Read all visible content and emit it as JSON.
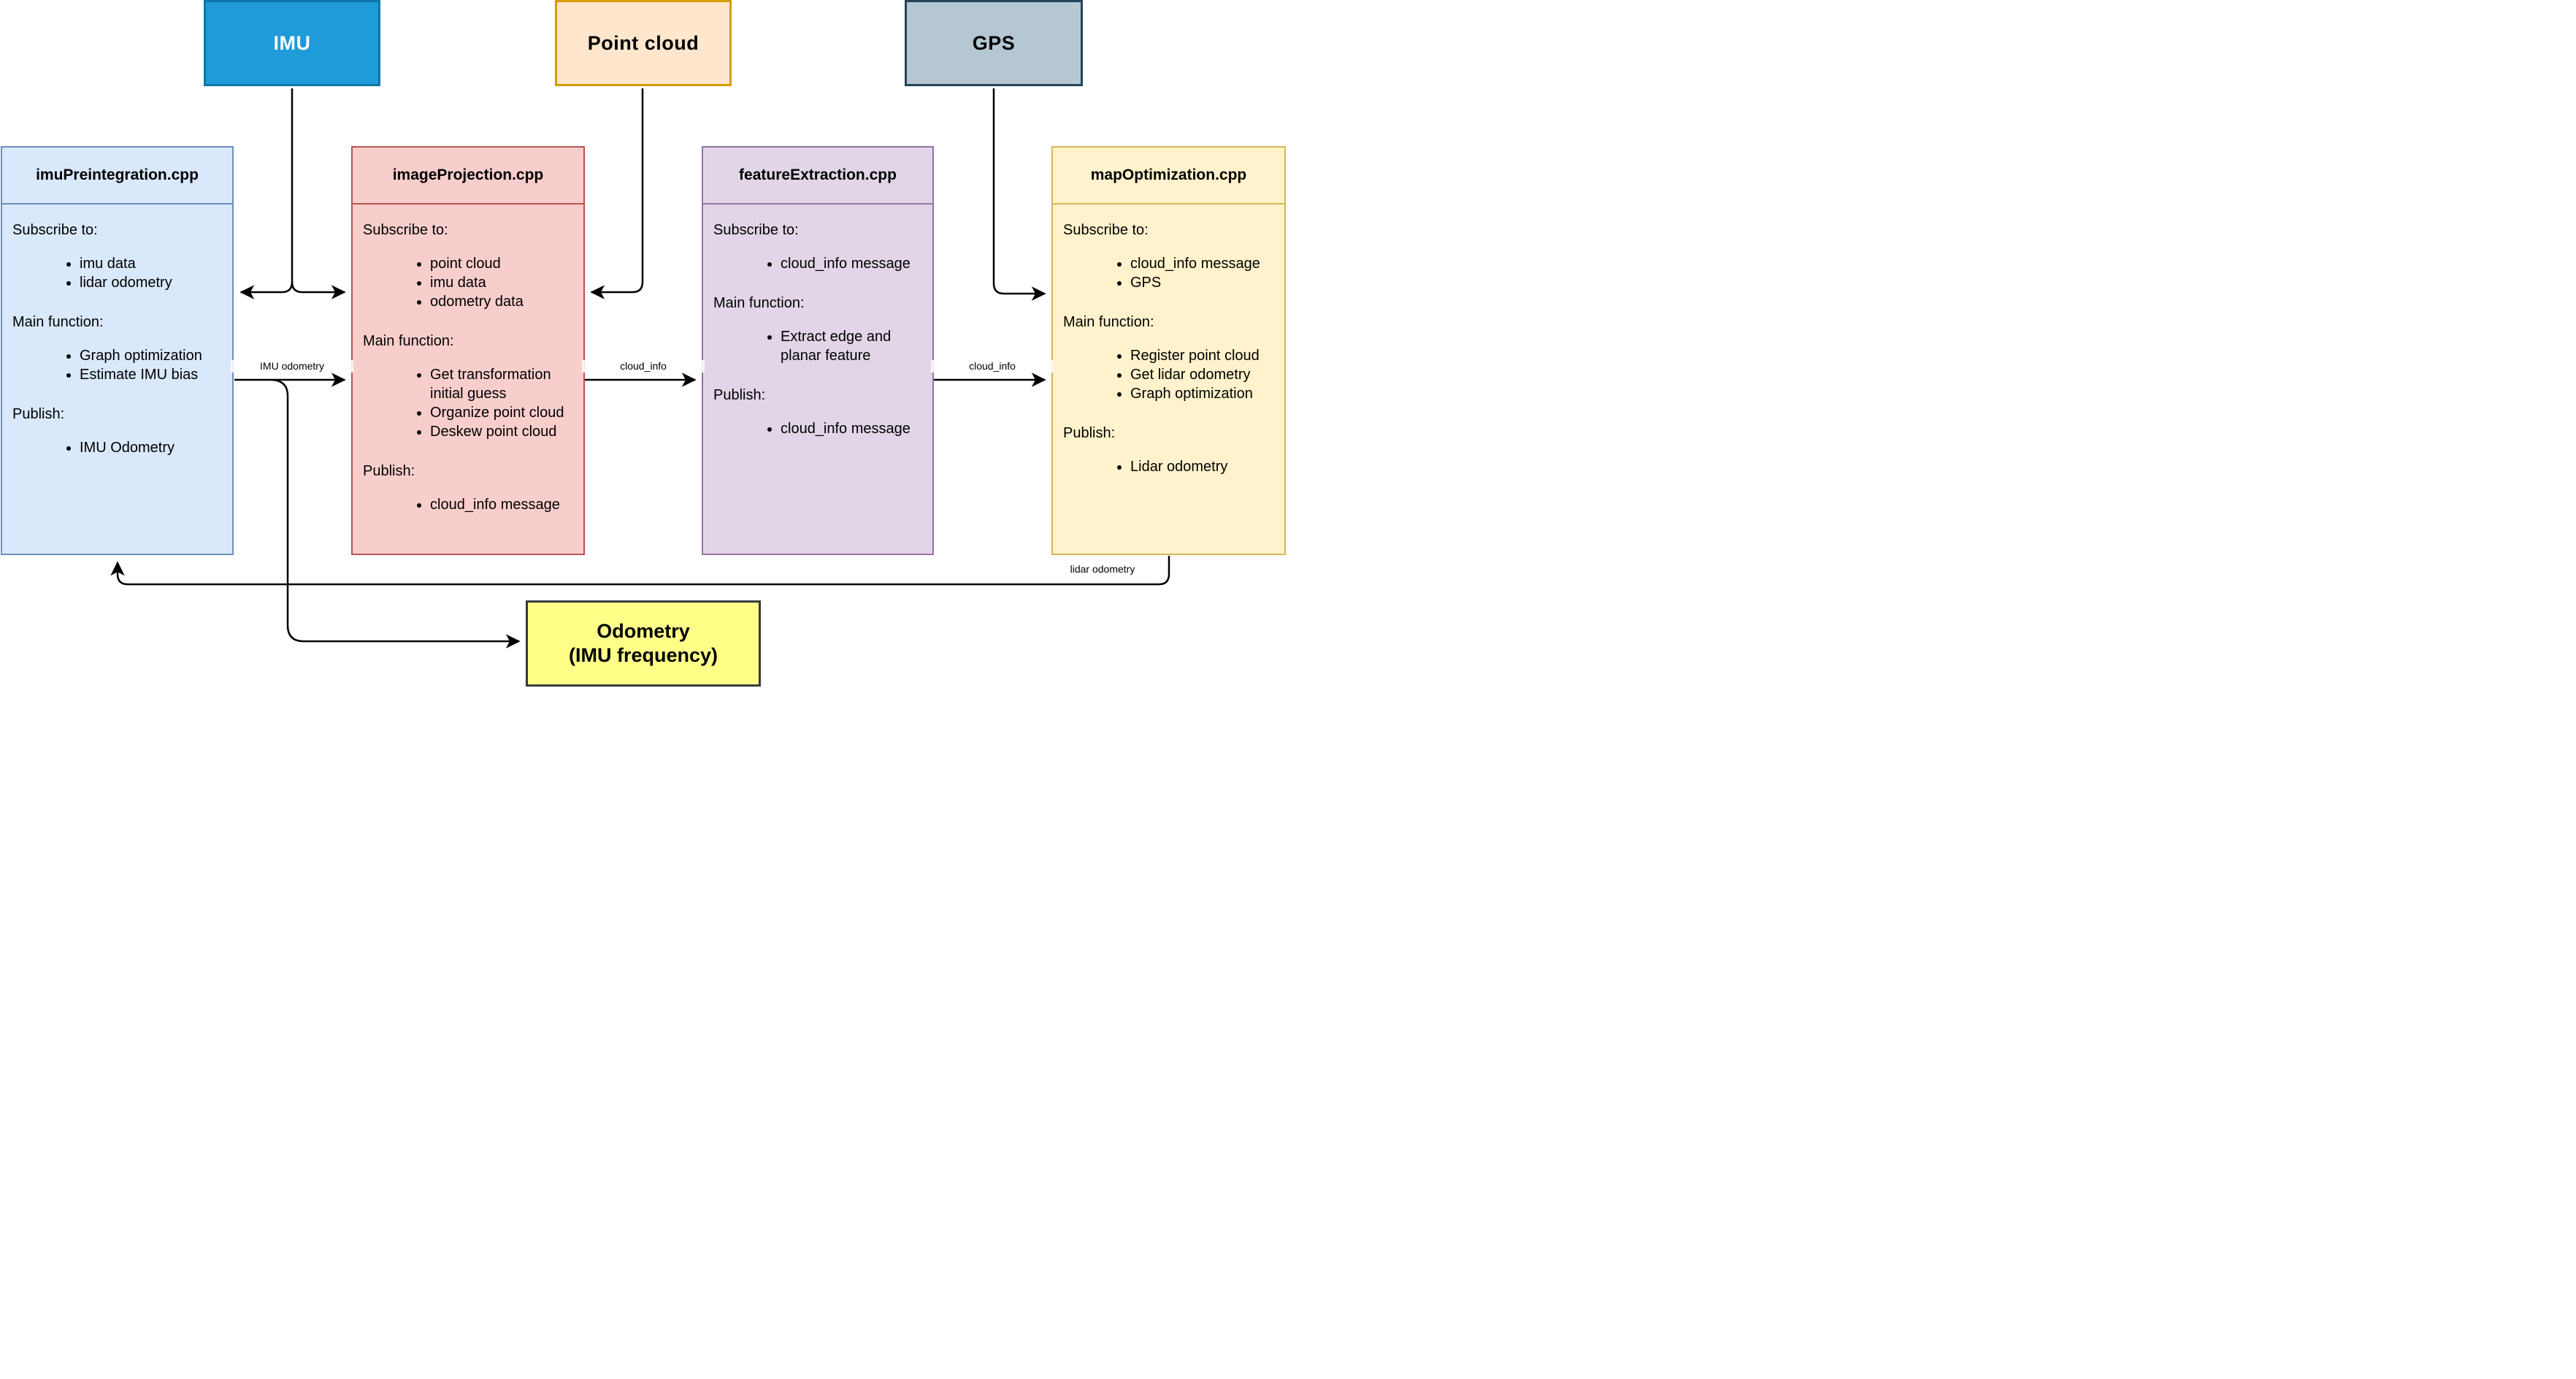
{
  "colors": {
    "canvas_bg": "#ffffff",
    "line": "#000000",
    "imu_fill": "#1e9bd8",
    "imu_stroke": "#0e76a8",
    "imu_text": "#ffffff",
    "pointcloud_fill": "#ffe6cc",
    "pointcloud_stroke": "#d79b00",
    "pointcloud_text": "#000000",
    "gps_fill": "#b4c7d2",
    "gps_stroke": "#23445d",
    "gps_text": "#000000",
    "module1_fill": "#dae8fc",
    "module1_stroke": "#6c8ebf",
    "module2_fill": "#f8cecc",
    "module2_stroke": "#b85450",
    "module3_fill": "#e1d5e7",
    "module3_stroke": "#9673a6",
    "module4_fill": "#fff2cc",
    "module4_stroke": "#d6b656",
    "output_fill": "#ffff88",
    "output_stroke": "#36393d"
  },
  "sources": [
    {
      "label": "IMU"
    },
    {
      "label": "Point cloud"
    },
    {
      "label": "GPS"
    }
  ],
  "modules": [
    {
      "title": "imuPreintegration.cpp",
      "sections": [
        {
          "heading": "Subscribe to:",
          "items": [
            "imu data",
            "lidar odometry"
          ]
        },
        {
          "heading": "Main function:",
          "items": [
            "Graph optimization",
            "Estimate IMU bias"
          ]
        },
        {
          "heading": "Publish:",
          "items": [
            "IMU Odometry"
          ]
        }
      ]
    },
    {
      "title": "imageProjection.cpp",
      "sections": [
        {
          "heading": "Subscribe to:",
          "items": [
            "point cloud",
            "imu data",
            "odometry data"
          ]
        },
        {
          "heading": "Main function:",
          "items": [
            "Get transformation initial guess",
            "Organize point cloud",
            "Deskew point cloud"
          ]
        },
        {
          "heading": "Publish:",
          "items": [
            "cloud_info message"
          ]
        }
      ]
    },
    {
      "title": "featureExtraction.cpp",
      "sections": [
        {
          "heading": "Subscribe to:",
          "items": [
            "cloud_info message"
          ]
        },
        {
          "heading": "Main function:",
          "items": [
            "Extract edge and planar feature"
          ]
        },
        {
          "heading": "Publish:",
          "items": [
            "cloud_info message"
          ]
        }
      ]
    },
    {
      "title": "mapOptimization.cpp",
      "sections": [
        {
          "heading": "Subscribe to:",
          "items": [
            "cloud_info message",
            "GPS"
          ]
        },
        {
          "heading": "Main function:",
          "items": [
            "Register point cloud",
            "Get lidar odometry",
            "Graph optimization"
          ]
        },
        {
          "heading": "Publish:",
          "items": [
            "Lidar odometry"
          ]
        }
      ]
    }
  ],
  "output_box": {
    "line1": "Odometry",
    "line2": "(IMU frequency)"
  },
  "edge_labels": {
    "imu_odometry": "IMU odometry",
    "cloud_info_left": "cloud_info",
    "cloud_info_right": "cloud_info",
    "lidar_odometry": "lidar odometry"
  }
}
